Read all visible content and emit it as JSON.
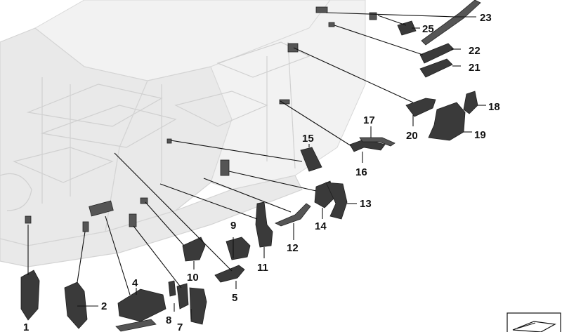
{
  "diagram": {
    "labels": [
      "1",
      "2",
      "4",
      "5",
      "7",
      "8",
      "9",
      "10",
      "11",
      "12",
      "13",
      "14",
      "15",
      "16",
      "17",
      "18",
      "19",
      "20",
      "21",
      "22",
      "23",
      "25"
    ]
  },
  "colors": {
    "part": "#3a3a3a",
    "body_ghost": "#e9e9e9",
    "leader": "#111111"
  },
  "icons": {
    "corner_badge": "part-catalog-badge-icon"
  }
}
